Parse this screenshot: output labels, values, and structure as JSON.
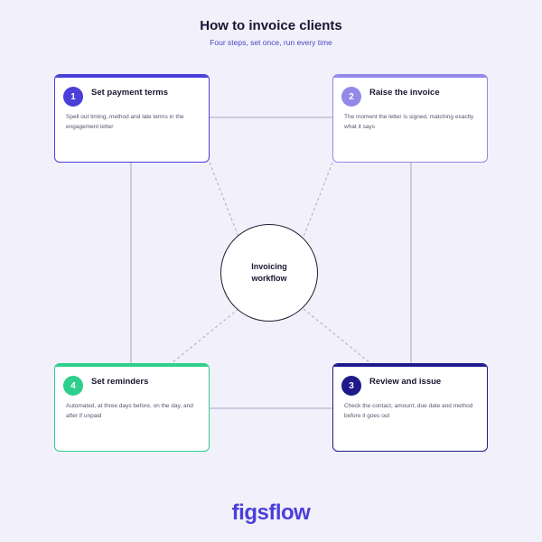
{
  "header": {
    "title": "How to invoice clients",
    "subtitle": "Four steps, set once, run every time"
  },
  "center": {
    "label": "Invoicing workflow"
  },
  "steps": [
    {
      "number": "1",
      "title": "Set payment terms",
      "description": "Spell out timing, method and late terms in the engagement letter",
      "color": "#4b3fd9"
    },
    {
      "number": "2",
      "title": "Raise the invoice",
      "description": "The moment the letter is signed, matching exactly what it says",
      "color": "#9488e8"
    },
    {
      "number": "3",
      "title": "Review and issue",
      "description": "Check the contact, amount, due date and method before it goes out",
      "color": "#1e1a8c"
    },
    {
      "number": "4",
      "title": "Set reminders",
      "description": "Automated, at three days before, on the day, and after if unpaid",
      "color": "#2ecf8c"
    }
  ],
  "brand": {
    "logo_text": "figsflow",
    "color": "#4b3fd9"
  }
}
